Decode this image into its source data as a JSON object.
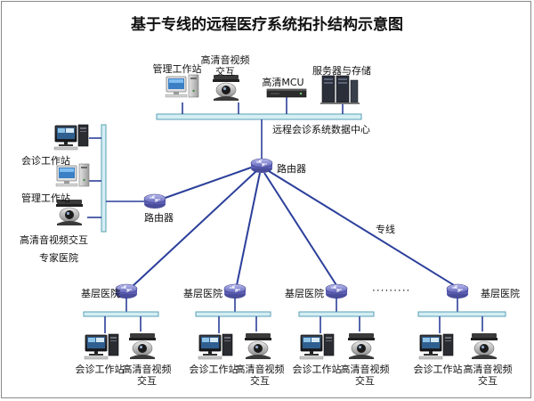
{
  "title": "基于专线的远程医疗系统拓扑结构示意图",
  "center": {
    "mgmt_label": "管理工作站",
    "hd_label_1": "高清音视频",
    "hd_label_2": "交互",
    "mcu_label": "高清MCU",
    "server_label": "服务器与存储",
    "datacenter_label": "远程会诊系统数据中心",
    "router_label": "路由器"
  },
  "expert": {
    "consult_label": "会诊工作站",
    "mgmt_label": "管理工作站",
    "hd_label": "高清音视频交互",
    "router_label": "路由器",
    "hospital_label": "专家医院"
  },
  "line_label": "专线",
  "ellipsis": "·········",
  "branches": [
    {
      "name": "基层医院",
      "consult": "会诊工作站",
      "hd1": "高清音视频",
      "hd2": "交互"
    },
    {
      "name": "基层医院",
      "consult": "会诊工作站",
      "hd1": "高清音视频",
      "hd2": "交互"
    },
    {
      "name": "基层医院",
      "consult": "会诊工作站",
      "hd1": "高清音视频",
      "hd2": "交互"
    },
    {
      "name": "基层医院",
      "consult": "会诊工作站",
      "hd1": "高清音视频",
      "hd2": "交互"
    }
  ],
  "colors": {
    "bus_fill": "#d4eef4",
    "bus_stroke": "#5a9fb3",
    "link": "#2b3f9a",
    "router": "#6f73c4"
  }
}
